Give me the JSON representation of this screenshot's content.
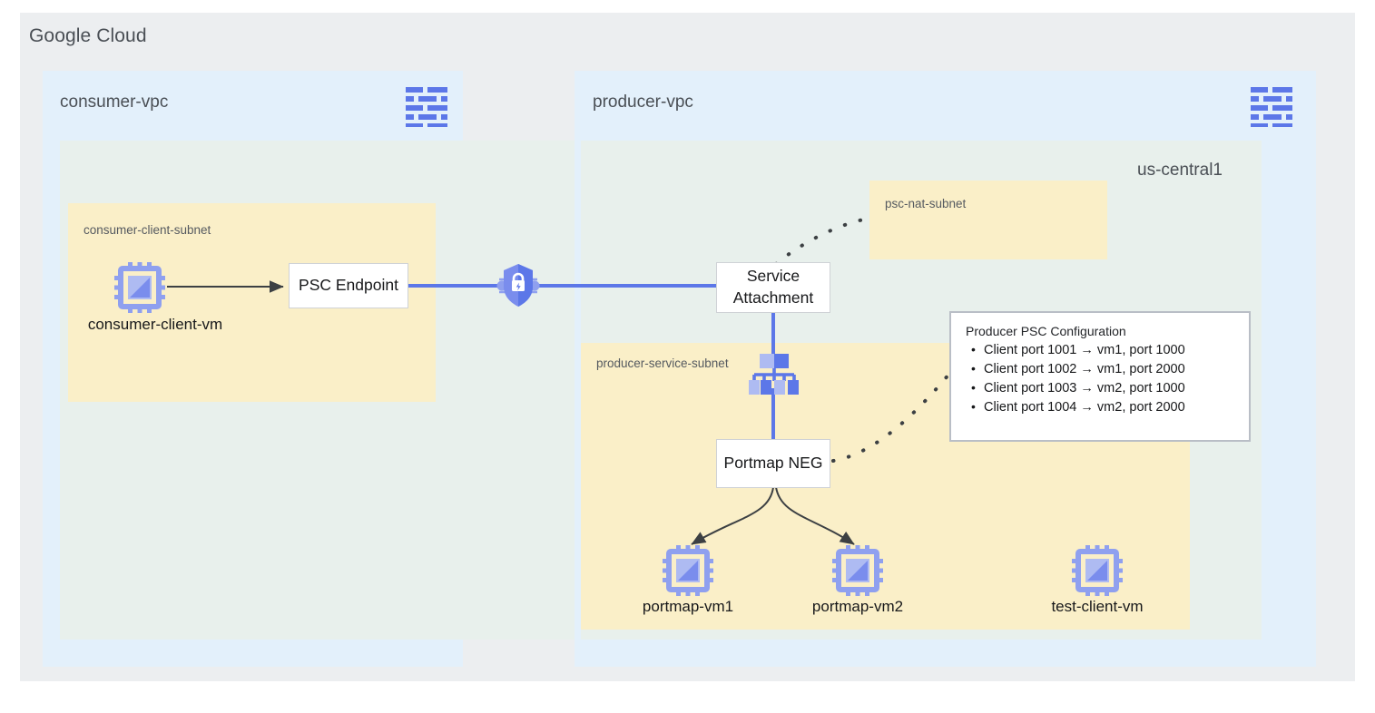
{
  "page": {
    "title": "Google Cloud",
    "bg_color": "#ffffff",
    "panel_color": "#eceef0"
  },
  "colors": {
    "vpc_blue": "#e3f0fb",
    "region_green": "#e8f0ec",
    "subnet_yellow": "#faefc8",
    "accent_blue": "#5c77e8",
    "icon_blue": "#5c77e8",
    "icon_blue_light": "#aebbf2",
    "arrow_gray": "#3c4043",
    "node_border": "#cfd2d6"
  },
  "vpcs": [
    {
      "id": "consumer",
      "label": "consumer-vpc",
      "icon": "vpc-network-icon"
    },
    {
      "id": "producer",
      "label": "producer-vpc",
      "icon": "vpc-network-icon"
    }
  ],
  "region": {
    "label": "us-central1"
  },
  "subnets": [
    {
      "id": "consumer-client-subnet",
      "label": "consumer-client-subnet"
    },
    {
      "id": "psc-nat-subnet",
      "label": "psc-nat-subnet"
    },
    {
      "id": "producer-service-subnet",
      "label": "producer-service-subnet"
    }
  ],
  "nodes": {
    "psc_endpoint": {
      "label": "PSC Endpoint"
    },
    "service_attachment": {
      "line1": "Service",
      "line2": "Attachment"
    },
    "portmap_neg": {
      "label": "Portmap NEG"
    }
  },
  "vms": [
    {
      "id": "consumer-client-vm",
      "label": "consumer-client-vm",
      "icon": "vm-chip-icon"
    },
    {
      "id": "portmap-vm1",
      "label": "portmap-vm1",
      "icon": "vm-chip-icon"
    },
    {
      "id": "portmap-vm2",
      "label": "portmap-vm2",
      "icon": "vm-chip-icon"
    },
    {
      "id": "test-client-vm",
      "label": "test-client-vm",
      "icon": "vm-chip-icon"
    }
  ],
  "icons": {
    "psc_connection": "shield-lock-icon",
    "load_balancer": "load-balancer-icon",
    "vpc_network": "vpc-network-icon",
    "vm": "vm-chip-icon"
  },
  "callout": {
    "title": "Producer PSC Configuration",
    "items": [
      "Client port 1001 → vm1, port 1000",
      "Client port 1002 → vm1, port 2000",
      "Client port 1003 → vm2, port 1000",
      "Client port 1004 → vm2, port 2000"
    ]
  }
}
